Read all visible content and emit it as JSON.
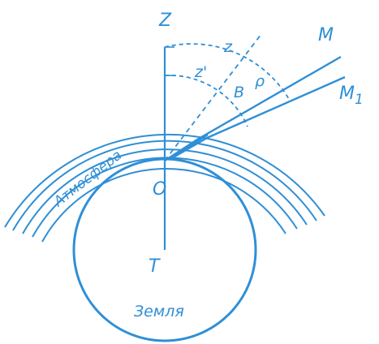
{
  "colors": {
    "ink": "#2f8fd6",
    "background": "#ffffff"
  },
  "diagram": {
    "labels": {
      "zenith": "Z",
      "star_true": "M",
      "star_apparent": "M",
      "star_apparent_sub": "1",
      "true_zenith_distance": "z",
      "apparent_zenith_distance": "z'",
      "refraction_angle_b": "B",
      "refraction_angle_rho": "ρ",
      "observer": "O",
      "earth_center": "T",
      "atmosphere": "Атмосфера",
      "earth": "Земля"
    }
  }
}
